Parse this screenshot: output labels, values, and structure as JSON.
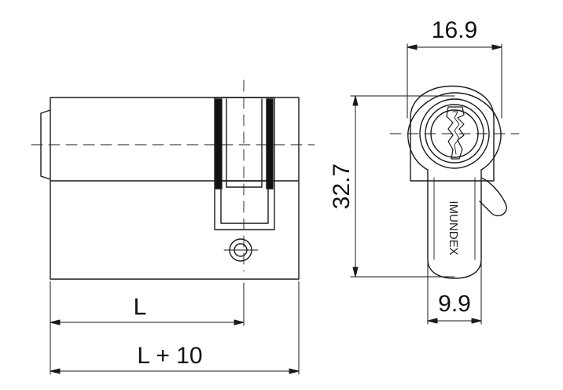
{
  "drawing": {
    "dim_width_top": "16.9",
    "dim_height": "32.7",
    "dim_width_bottom": "9.9",
    "dim_length": "L",
    "dim_length_total": "L + 10",
    "brand": "IMUNDEX"
  },
  "colors": {
    "line": "#1a1a1a",
    "background": "#ffffff"
  }
}
